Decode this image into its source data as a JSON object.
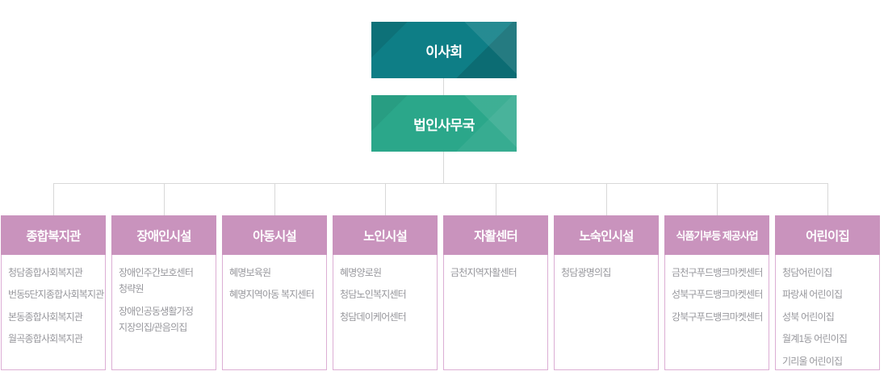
{
  "org_chart": {
    "root_label": "이사회",
    "office_label": "법인사무국",
    "columns": [
      {
        "header": "종합복지관",
        "items": [
          "청담종합사회복지관",
          "번동5단지종합사회복지관",
          "본동종합사회복지관",
          "월곡종합사회복지관"
        ]
      },
      {
        "header": "장애인시설",
        "items": [
          "장애인주간보호센터 청략원",
          "장애인공동생활가정 지장의집/관음의집"
        ]
      },
      {
        "header": "아동시설",
        "items": [
          "혜명보육원",
          "혜명지역아동 복지센터"
        ]
      },
      {
        "header": "노인시설",
        "items": [
          "혜명양로원",
          "청담노인복지센터",
          "청담데이케어센터"
        ]
      },
      {
        "header": "자활센터",
        "items": [
          "금천지역자활센터"
        ]
      },
      {
        "header": "노숙인시설",
        "items": [
          "청담광명의집"
        ]
      },
      {
        "header": "식품기부등 제공사업",
        "items": [
          "금천구푸드뱅크마켓센터",
          "성북구푸드뱅크마켓센터",
          "강북구푸드뱅크마켓센터"
        ]
      },
      {
        "header": "어린이집",
        "items": [
          "청담어린이집",
          "파랑새 어린이집",
          "성북 어린이집",
          "월계1동 어린이집",
          "기리울 어린이집"
        ]
      }
    ]
  },
  "colors": {
    "board_box": "#0e7e86",
    "office_box": "#2ba78a",
    "category_header": "#c993bd",
    "category_border": "#dcaed4",
    "item_text": "#97979c",
    "connector": "#d8d8d8"
  }
}
